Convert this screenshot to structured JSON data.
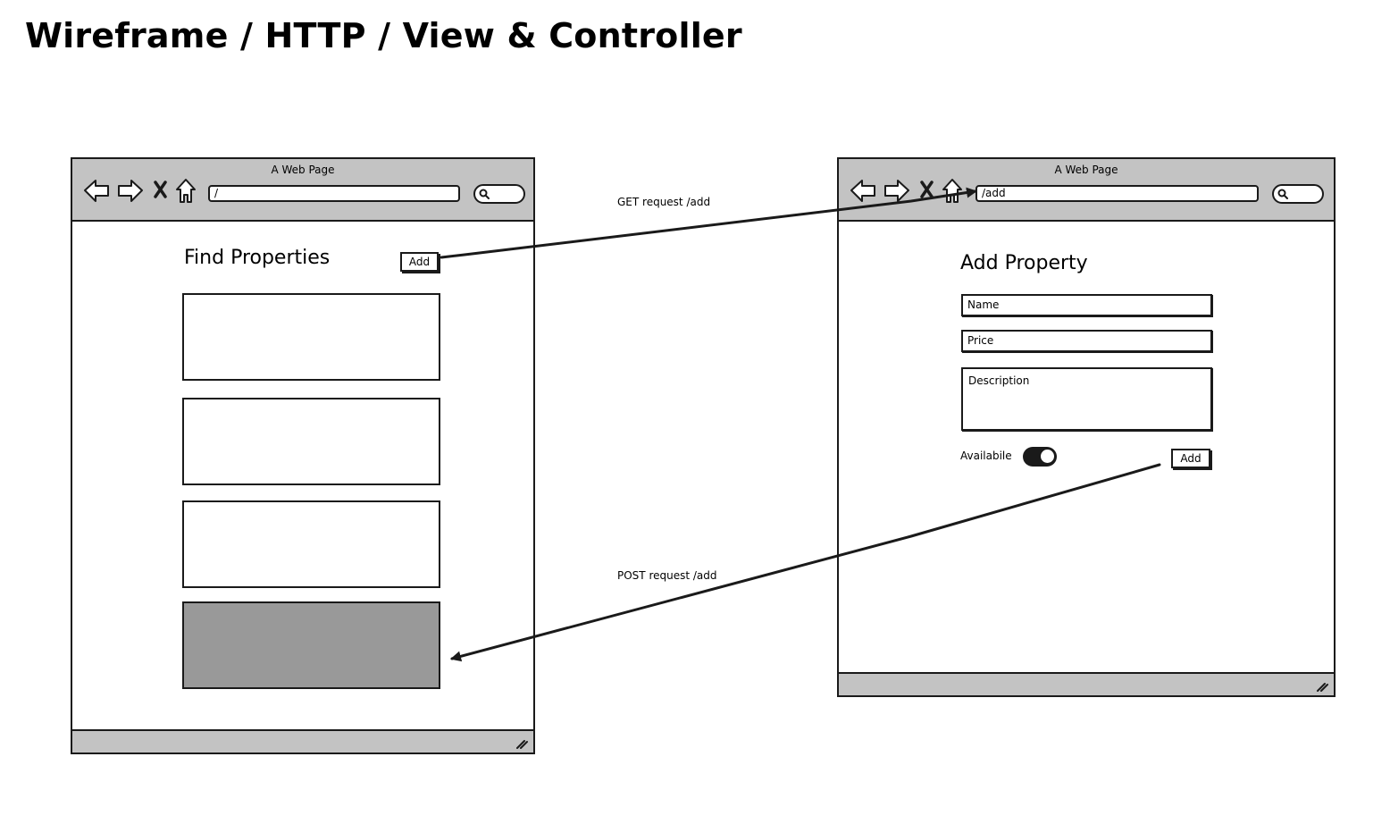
{
  "title": "Wireframe / HTTP / View & Controller",
  "left_browser": {
    "window_title": "A Web Page",
    "url": "/",
    "heading": "Find Properties",
    "add_button": "Add",
    "cards": [
      {
        "highlighted": false
      },
      {
        "highlighted": false
      },
      {
        "highlighted": false
      },
      {
        "highlighted": true
      }
    ]
  },
  "right_browser": {
    "window_title": "A Web Page",
    "url": "/add",
    "heading": "Add Property",
    "fields": {
      "name": "Name",
      "price": "Price",
      "description": "Description"
    },
    "toggle_label": "Availabile",
    "toggle_on": true,
    "add_button": "Add"
  },
  "connections": [
    {
      "label": "GET request /add",
      "from": "left_browser.add_button",
      "to": "right_browser.url"
    },
    {
      "label": "POST request /add",
      "from": "right_browser.add_button",
      "to": "left_browser.cards.3"
    }
  ],
  "colors": {
    "chrome": "#c3c3c3",
    "highlight_card": "#999999",
    "stroke": "#1a1a1a"
  },
  "icons": [
    "back-arrow-icon",
    "forward-arrow-icon",
    "close-icon",
    "home-icon",
    "search-icon",
    "resize-grip-icon"
  ]
}
